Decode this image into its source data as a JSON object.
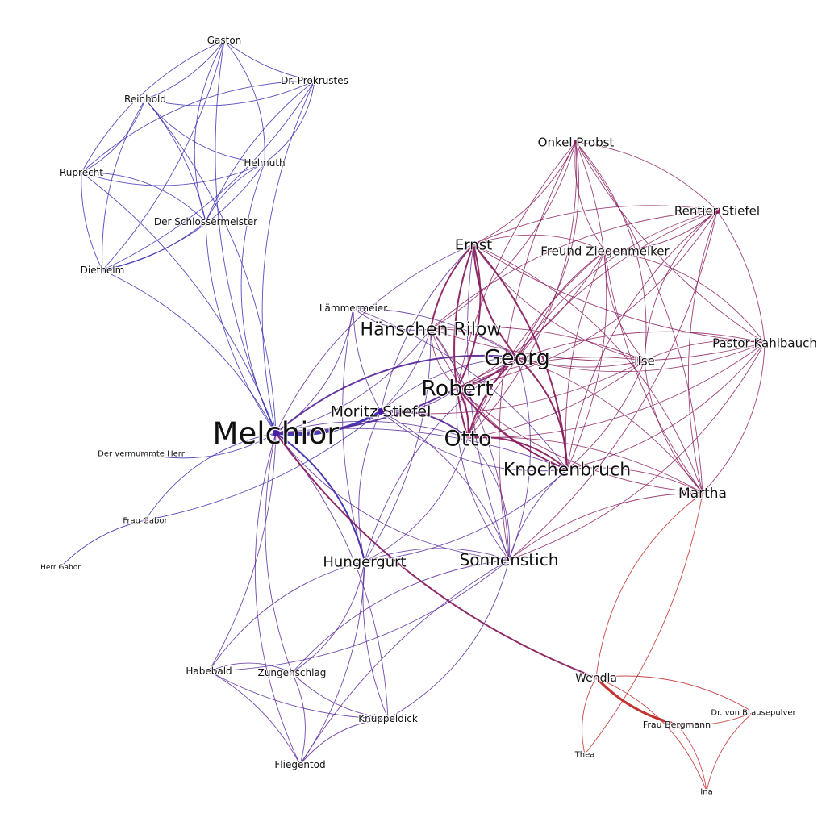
{
  "colors": {
    "blue_cluster": "#3a2fb0",
    "purple_cluster": "#5a2a9a",
    "plum_cluster": "#8a2060",
    "red_cluster": "#c02828",
    "node_fill": "#e8c8dc"
  },
  "nodes": [
    {
      "id": "gaston",
      "label": "Gaston"
    },
    {
      "id": "prokrustes",
      "label": "Dr. Prokrustes"
    },
    {
      "id": "reinhold",
      "label": "Reinhold"
    },
    {
      "id": "ruprecht",
      "label": "Ruprecht"
    },
    {
      "id": "helmuth",
      "label": "Helmuth"
    },
    {
      "id": "schlossermeister",
      "label": "Der Schlossermeister"
    },
    {
      "id": "diethelm",
      "label": "Diethelm"
    },
    {
      "id": "onkel_probst",
      "label": "Onkel Probst"
    },
    {
      "id": "rentier_stiefel",
      "label": "Rentier Stiefel"
    },
    {
      "id": "ernst",
      "label": "Ernst"
    },
    {
      "id": "ziegenmelker",
      "label": "Freund Ziegenmelker"
    },
    {
      "id": "laemmermeier",
      "label": "Lämmermeier"
    },
    {
      "id": "haenschen",
      "label": "Hänschen Rilow"
    },
    {
      "id": "georg",
      "label": "Georg"
    },
    {
      "id": "ilse",
      "label": "Ilse"
    },
    {
      "id": "kahlbauch",
      "label": "Pastor Kahlbauch"
    },
    {
      "id": "robert",
      "label": "Robert"
    },
    {
      "id": "moritz",
      "label": "Moritz Stiefel"
    },
    {
      "id": "melchior",
      "label": "Melchior"
    },
    {
      "id": "otto",
      "label": "Otto"
    },
    {
      "id": "vermummte",
      "label": "Der vermummte Herr"
    },
    {
      "id": "knochenbruch",
      "label": "Knochenbruch"
    },
    {
      "id": "martha",
      "label": "Martha"
    },
    {
      "id": "frau_gabor",
      "label": "Frau Gabor"
    },
    {
      "id": "hungergurt",
      "label": "Hungergurt"
    },
    {
      "id": "sonnenstich",
      "label": "Sonnenstich"
    },
    {
      "id": "herr_gabor",
      "label": "Herr Gabor"
    },
    {
      "id": "habebald",
      "label": "Habebald"
    },
    {
      "id": "zungenschlag",
      "label": "Zungenschlag"
    },
    {
      "id": "wendla",
      "label": "Wendla"
    },
    {
      "id": "brausepulver",
      "label": "Dr. von Brausepulver"
    },
    {
      "id": "frau_bergmann",
      "label": "Frau Bergmann"
    },
    {
      "id": "knueppeldick",
      "label": "Knüppeldick"
    },
    {
      "id": "thea",
      "label": "Thea"
    },
    {
      "id": "fliegentod",
      "label": "Fliegentod"
    },
    {
      "id": "ina",
      "label": "Ina"
    }
  ],
  "edges": [
    {
      "s": "gaston",
      "t": "prokrustes",
      "w": 1,
      "c": "blue"
    },
    {
      "s": "gaston",
      "t": "reinhold",
      "w": 1,
      "c": "blue"
    },
    {
      "s": "gaston",
      "t": "ruprecht",
      "w": 1,
      "c": "blue"
    },
    {
      "s": "gaston",
      "t": "helmuth",
      "w": 1,
      "c": "blue"
    },
    {
      "s": "gaston",
      "t": "schlossermeister",
      "w": 1,
      "c": "blue"
    },
    {
      "s": "gaston",
      "t": "diethelm",
      "w": 1,
      "c": "blue"
    },
    {
      "s": "gaston",
      "t": "melchior",
      "w": 1,
      "c": "blue"
    },
    {
      "s": "prokrustes",
      "t": "reinhold",
      "w": 1,
      "c": "blue"
    },
    {
      "s": "prokrustes",
      "t": "ruprecht",
      "w": 1,
      "c": "blue"
    },
    {
      "s": "prokrustes",
      "t": "helmuth",
      "w": 1,
      "c": "blue"
    },
    {
      "s": "prokrustes",
      "t": "schlossermeister",
      "w": 1,
      "c": "blue"
    },
    {
      "s": "prokrustes",
      "t": "diethelm",
      "w": 1,
      "c": "blue"
    },
    {
      "s": "prokrustes",
      "t": "melchior",
      "w": 1,
      "c": "blue"
    },
    {
      "s": "reinhold",
      "t": "ruprecht",
      "w": 1,
      "c": "blue"
    },
    {
      "s": "reinhold",
      "t": "helmuth",
      "w": 1,
      "c": "blue"
    },
    {
      "s": "reinhold",
      "t": "schlossermeister",
      "w": 1,
      "c": "blue"
    },
    {
      "s": "reinhold",
      "t": "diethelm",
      "w": 1,
      "c": "blue"
    },
    {
      "s": "reinhold",
      "t": "melchior",
      "w": 1,
      "c": "blue"
    },
    {
      "s": "ruprecht",
      "t": "helmuth",
      "w": 1,
      "c": "blue"
    },
    {
      "s": "ruprecht",
      "t": "schlossermeister",
      "w": 1,
      "c": "blue"
    },
    {
      "s": "ruprecht",
      "t": "diethelm",
      "w": 1,
      "c": "blue"
    },
    {
      "s": "ruprecht",
      "t": "melchior",
      "w": 1,
      "c": "blue"
    },
    {
      "s": "helmuth",
      "t": "schlossermeister",
      "w": 1,
      "c": "blue"
    },
    {
      "s": "helmuth",
      "t": "diethelm",
      "w": 1,
      "c": "blue"
    },
    {
      "s": "helmuth",
      "t": "melchior",
      "w": 1,
      "c": "blue"
    },
    {
      "s": "schlossermeister",
      "t": "diethelm",
      "w": 1,
      "c": "blue"
    },
    {
      "s": "schlossermeister",
      "t": "melchior",
      "w": 1,
      "c": "blue"
    },
    {
      "s": "diethelm",
      "t": "melchior",
      "w": 1,
      "c": "blue"
    },
    {
      "s": "vermummte",
      "t": "melchior",
      "w": 1,
      "c": "blue"
    },
    {
      "s": "frau_gabor",
      "t": "melchior",
      "w": 1,
      "c": "blue"
    },
    {
      "s": "frau_gabor",
      "t": "moritz",
      "w": 1,
      "c": "blue"
    },
    {
      "s": "herr_gabor",
      "t": "frau_gabor",
      "w": 1,
      "c": "blue"
    },
    {
      "s": "melchior",
      "t": "moritz",
      "w": 3,
      "c": "blue"
    },
    {
      "s": "melchior",
      "t": "hungergurt",
      "w": 2,
      "c": "blue"
    },
    {
      "s": "melchior",
      "t": "sonnenstich",
      "w": 1,
      "c": "purple"
    },
    {
      "s": "melchior",
      "t": "habebald",
      "w": 1,
      "c": "purple"
    },
    {
      "s": "melchior",
      "t": "zungenschlag",
      "w": 1,
      "c": "purple"
    },
    {
      "s": "melchior",
      "t": "knueppeldick",
      "w": 1,
      "c": "purple"
    },
    {
      "s": "melchior",
      "t": "fliegentod",
      "w": 1,
      "c": "purple"
    },
    {
      "s": "melchior",
      "t": "georg",
      "w": 2,
      "c": "purple"
    },
    {
      "s": "melchior",
      "t": "robert",
      "w": 2,
      "c": "purple"
    },
    {
      "s": "melchior",
      "t": "otto",
      "w": 1,
      "c": "purple"
    },
    {
      "s": "melchior",
      "t": "haenschen",
      "w": 1,
      "c": "purple"
    },
    {
      "s": "melchior",
      "t": "ernst",
      "w": 1,
      "c": "purple"
    },
    {
      "s": "melchior",
      "t": "laemmermeier",
      "w": 1,
      "c": "purple"
    },
    {
      "s": "melchior",
      "t": "knochenbruch",
      "w": 1,
      "c": "purple"
    },
    {
      "s": "melchior",
      "t": "wendla",
      "w": 2,
      "c": "plum"
    },
    {
      "s": "moritz",
      "t": "georg",
      "w": 1,
      "c": "purple"
    },
    {
      "s": "moritz",
      "t": "robert",
      "w": 1,
      "c": "purple"
    },
    {
      "s": "moritz",
      "t": "otto",
      "w": 2,
      "c": "purple"
    },
    {
      "s": "moritz",
      "t": "haenschen",
      "w": 1,
      "c": "purple"
    },
    {
      "s": "moritz",
      "t": "ernst",
      "w": 1,
      "c": "purple"
    },
    {
      "s": "moritz",
      "t": "hungergurt",
      "w": 1,
      "c": "purple"
    },
    {
      "s": "moritz",
      "t": "sonnenstich",
      "w": 1,
      "c": "purple"
    },
    {
      "s": "moritz",
      "t": "knochenbruch",
      "w": 1,
      "c": "purple"
    },
    {
      "s": "moritz",
      "t": "laemmermeier",
      "w": 1,
      "c": "purple"
    },
    {
      "s": "moritz",
      "t": "ilse",
      "w": 1,
      "c": "plum"
    },
    {
      "s": "hungergurt",
      "t": "sonnenstich",
      "w": 1,
      "c": "purple"
    },
    {
      "s": "hungergurt",
      "t": "habebald",
      "w": 1,
      "c": "purple"
    },
    {
      "s": "hungergurt",
      "t": "zungenschlag",
      "w": 1,
      "c": "purple"
    },
    {
      "s": "hungergurt",
      "t": "knueppeldick",
      "w": 1,
      "c": "purple"
    },
    {
      "s": "hungergurt",
      "t": "fliegentod",
      "w": 1,
      "c": "purple"
    },
    {
      "s": "hungergurt",
      "t": "knochenbruch",
      "w": 1,
      "c": "purple"
    },
    {
      "s": "hungergurt",
      "t": "georg",
      "w": 1,
      "c": "purple"
    },
    {
      "s": "hungergurt",
      "t": "otto",
      "w": 1,
      "c": "purple"
    },
    {
      "s": "hungergurt",
      "t": "laemmermeier",
      "w": 1,
      "c": "purple"
    },
    {
      "s": "hungergurt",
      "t": "haenschen",
      "w": 1,
      "c": "purple"
    },
    {
      "s": "sonnenstich",
      "t": "habebald",
      "w": 1,
      "c": "purple"
    },
    {
      "s": "sonnenstich",
      "t": "zungenschlag",
      "w": 1,
      "c": "purple"
    },
    {
      "s": "sonnenstich",
      "t": "knueppeldick",
      "w": 1,
      "c": "purple"
    },
    {
      "s": "sonnenstich",
      "t": "fliegentod",
      "w": 1,
      "c": "purple"
    },
    {
      "s": "sonnenstich",
      "t": "knochenbruch",
      "w": 1,
      "c": "purple"
    },
    {
      "s": "sonnenstich",
      "t": "georg",
      "w": 1,
      "c": "purple"
    },
    {
      "s": "sonnenstich",
      "t": "robert",
      "w": 1,
      "c": "purple"
    },
    {
      "s": "sonnenstich",
      "t": "otto",
      "w": 1,
      "c": "purple"
    },
    {
      "s": "sonnenstich",
      "t": "ernst",
      "w": 1,
      "c": "purple"
    },
    {
      "s": "sonnenstich",
      "t": "haenschen",
      "w": 1,
      "c": "purple"
    },
    {
      "s": "sonnenstich",
      "t": "martha",
      "w": 1,
      "c": "plum"
    },
    {
      "s": "sonnenstich",
      "t": "kahlbauch",
      "w": 1,
      "c": "plum"
    },
    {
      "s": "habebald",
      "t": "zungenschlag",
      "w": 1,
      "c": "purple"
    },
    {
      "s": "habebald",
      "t": "knueppeldick",
      "w": 1,
      "c": "purple"
    },
    {
      "s": "habebald",
      "t": "fliegentod",
      "w": 1,
      "c": "purple"
    },
    {
      "s": "zungenschlag",
      "t": "knueppeldick",
      "w": 1,
      "c": "purple"
    },
    {
      "s": "zungenschlag",
      "t": "fliegentod",
      "w": 1,
      "c": "purple"
    },
    {
      "s": "knueppeldick",
      "t": "fliegentod",
      "w": 1,
      "c": "purple"
    },
    {
      "s": "georg",
      "t": "robert",
      "w": 2,
      "c": "plum"
    },
    {
      "s": "georg",
      "t": "otto",
      "w": 2,
      "c": "plum"
    },
    {
      "s": "georg",
      "t": "ernst",
      "w": 2,
      "c": "plum"
    },
    {
      "s": "georg",
      "t": "haenschen",
      "w": 1,
      "c": "plum"
    },
    {
      "s": "georg",
      "t": "knochenbruch",
      "w": 2,
      "c": "plum"
    },
    {
      "s": "georg",
      "t": "ilse",
      "w": 1,
      "c": "plum"
    },
    {
      "s": "georg",
      "t": "martha",
      "w": 1,
      "c": "plum"
    },
    {
      "s": "georg",
      "t": "kahlbauch",
      "w": 1,
      "c": "plum"
    },
    {
      "s": "georg",
      "t": "rentier_stiefel",
      "w": 1,
      "c": "plum"
    },
    {
      "s": "georg",
      "t": "onkel_probst",
      "w": 1,
      "c": "plum"
    },
    {
      "s": "georg",
      "t": "ziegenmelker",
      "w": 1,
      "c": "plum"
    },
    {
      "s": "georg",
      "t": "laemmermeier",
      "w": 1,
      "c": "purple"
    },
    {
      "s": "robert",
      "t": "otto",
      "w": 2,
      "c": "plum"
    },
    {
      "s": "robert",
      "t": "ernst",
      "w": 2,
      "c": "plum"
    },
    {
      "s": "robert",
      "t": "haenschen",
      "w": 1,
      "c": "plum"
    },
    {
      "s": "robert",
      "t": "knochenbruch",
      "w": 2,
      "c": "plum"
    },
    {
      "s": "robert",
      "t": "ilse",
      "w": 1,
      "c": "plum"
    },
    {
      "s": "robert",
      "t": "martha",
      "w": 1,
      "c": "plum"
    },
    {
      "s": "robert",
      "t": "kahlbauch",
      "w": 1,
      "c": "plum"
    },
    {
      "s": "robert",
      "t": "rentier_stiefel",
      "w": 1,
      "c": "plum"
    },
    {
      "s": "robert",
      "t": "onkel_probst",
      "w": 1,
      "c": "plum"
    },
    {
      "s": "robert",
      "t": "ziegenmelker",
      "w": 1,
      "c": "plum"
    },
    {
      "s": "otto",
      "t": "ernst",
      "w": 2,
      "c": "plum"
    },
    {
      "s": "otto",
      "t": "haenschen",
      "w": 1,
      "c": "plum"
    },
    {
      "s": "otto",
      "t": "knochenbruch",
      "w": 2,
      "c": "plum"
    },
    {
      "s": "otto",
      "t": "ilse",
      "w": 1,
      "c": "plum"
    },
    {
      "s": "otto",
      "t": "martha",
      "w": 1,
      "c": "plum"
    },
    {
      "s": "otto",
      "t": "kahlbauch",
      "w": 1,
      "c": "plum"
    },
    {
      "s": "otto",
      "t": "rentier_stiefel",
      "w": 1,
      "c": "plum"
    },
    {
      "s": "otto",
      "t": "onkel_probst",
      "w": 1,
      "c": "plum"
    },
    {
      "s": "otto",
      "t": "ziegenmelker",
      "w": 1,
      "c": "plum"
    },
    {
      "s": "ernst",
      "t": "haenschen",
      "w": 2,
      "c": "plum"
    },
    {
      "s": "ernst",
      "t": "knochenbruch",
      "w": 2,
      "c": "plum"
    },
    {
      "s": "ernst",
      "t": "ilse",
      "w": 1,
      "c": "plum"
    },
    {
      "s": "ernst",
      "t": "martha",
      "w": 1,
      "c": "plum"
    },
    {
      "s": "ernst",
      "t": "kahlbauch",
      "w": 1,
      "c": "plum"
    },
    {
      "s": "ernst",
      "t": "rentier_stiefel",
      "w": 1,
      "c": "plum"
    },
    {
      "s": "ernst",
      "t": "onkel_probst",
      "w": 1,
      "c": "plum"
    },
    {
      "s": "ernst",
      "t": "ziegenmelker",
      "w": 1,
      "c": "plum"
    },
    {
      "s": "haenschen",
      "t": "knochenbruch",
      "w": 1,
      "c": "plum"
    },
    {
      "s": "haenschen",
      "t": "ilse",
      "w": 1,
      "c": "plum"
    },
    {
      "s": "haenschen",
      "t": "kahlbauch",
      "w": 1,
      "c": "plum"
    },
    {
      "s": "haenschen",
      "t": "rentier_stiefel",
      "w": 1,
      "c": "plum"
    },
    {
      "s": "haenschen",
      "t": "onkel_probst",
      "w": 1,
      "c": "plum"
    },
    {
      "s": "haenschen",
      "t": "laemmermeier",
      "w": 1,
      "c": "purple"
    },
    {
      "s": "knochenbruch",
      "t": "ilse",
      "w": 1,
      "c": "plum"
    },
    {
      "s": "knochenbruch",
      "t": "martha",
      "w": 1,
      "c": "plum"
    },
    {
      "s": "knochenbruch",
      "t": "kahlbauch",
      "w": 1,
      "c": "plum"
    },
    {
      "s": "knochenbruch",
      "t": "rentier_stiefel",
      "w": 1,
      "c": "plum"
    },
    {
      "s": "knochenbruch",
      "t": "onkel_probst",
      "w": 1,
      "c": "plum"
    },
    {
      "s": "knochenbruch",
      "t": "ziegenmelker",
      "w": 1,
      "c": "plum"
    },
    {
      "s": "knochenbruch",
      "t": "laemmermeier",
      "w": 1,
      "c": "purple"
    },
    {
      "s": "onkel_probst",
      "t": "rentier_stiefel",
      "w": 1,
      "c": "plum"
    },
    {
      "s": "onkel_probst",
      "t": "ziegenmelker",
      "w": 1,
      "c": "plum"
    },
    {
      "s": "onkel_probst",
      "t": "ilse",
      "w": 1,
      "c": "plum"
    },
    {
      "s": "onkel_probst",
      "t": "kahlbauch",
      "w": 1,
      "c": "plum"
    },
    {
      "s": "onkel_probst",
      "t": "martha",
      "w": 1,
      "c": "plum"
    },
    {
      "s": "onkel_probst",
      "t": "sonnenstich",
      "w": 1,
      "c": "plum"
    },
    {
      "s": "rentier_stiefel",
      "t": "ziegenmelker",
      "w": 1,
      "c": "plum"
    },
    {
      "s": "rentier_stiefel",
      "t": "ilse",
      "w": 1,
      "c": "plum"
    },
    {
      "s": "rentier_stiefel",
      "t": "kahlbauch",
      "w": 1,
      "c": "plum"
    },
    {
      "s": "rentier_stiefel",
      "t": "martha",
      "w": 1,
      "c": "plum"
    },
    {
      "s": "rentier_stiefel",
      "t": "sonnenstich",
      "w": 1,
      "c": "plum"
    },
    {
      "s": "ziegenmelker",
      "t": "ilse",
      "w": 1,
      "c": "plum"
    },
    {
      "s": "ziegenmelker",
      "t": "kahlbauch",
      "w": 1,
      "c": "plum"
    },
    {
      "s": "ziegenmelker",
      "t": "martha",
      "w": 1,
      "c": "plum"
    },
    {
      "s": "ilse",
      "t": "kahlbauch",
      "w": 1,
      "c": "plum"
    },
    {
      "s": "ilse",
      "t": "martha",
      "w": 1,
      "c": "plum"
    },
    {
      "s": "kahlbauch",
      "t": "martha",
      "w": 1,
      "c": "plum"
    },
    {
      "s": "martha",
      "t": "wendla",
      "w": 1,
      "c": "red"
    },
    {
      "s": "martha",
      "t": "thea",
      "w": 1,
      "c": "red"
    },
    {
      "s": "wendla",
      "t": "frau_bergmann",
      "w": 3,
      "c": "red"
    },
    {
      "s": "wendla",
      "t": "brausepulver",
      "w": 1,
      "c": "red"
    },
    {
      "s": "wendla",
      "t": "thea",
      "w": 1,
      "c": "red"
    },
    {
      "s": "wendla",
      "t": "ina",
      "w": 1,
      "c": "red"
    },
    {
      "s": "frau_bergmann",
      "t": "brausepulver",
      "w": 1,
      "c": "red"
    },
    {
      "s": "frau_bergmann",
      "t": "ina",
      "w": 1,
      "c": "red"
    },
    {
      "s": "brausepulver",
      "t": "ina",
      "w": 1,
      "c": "red"
    }
  ]
}
